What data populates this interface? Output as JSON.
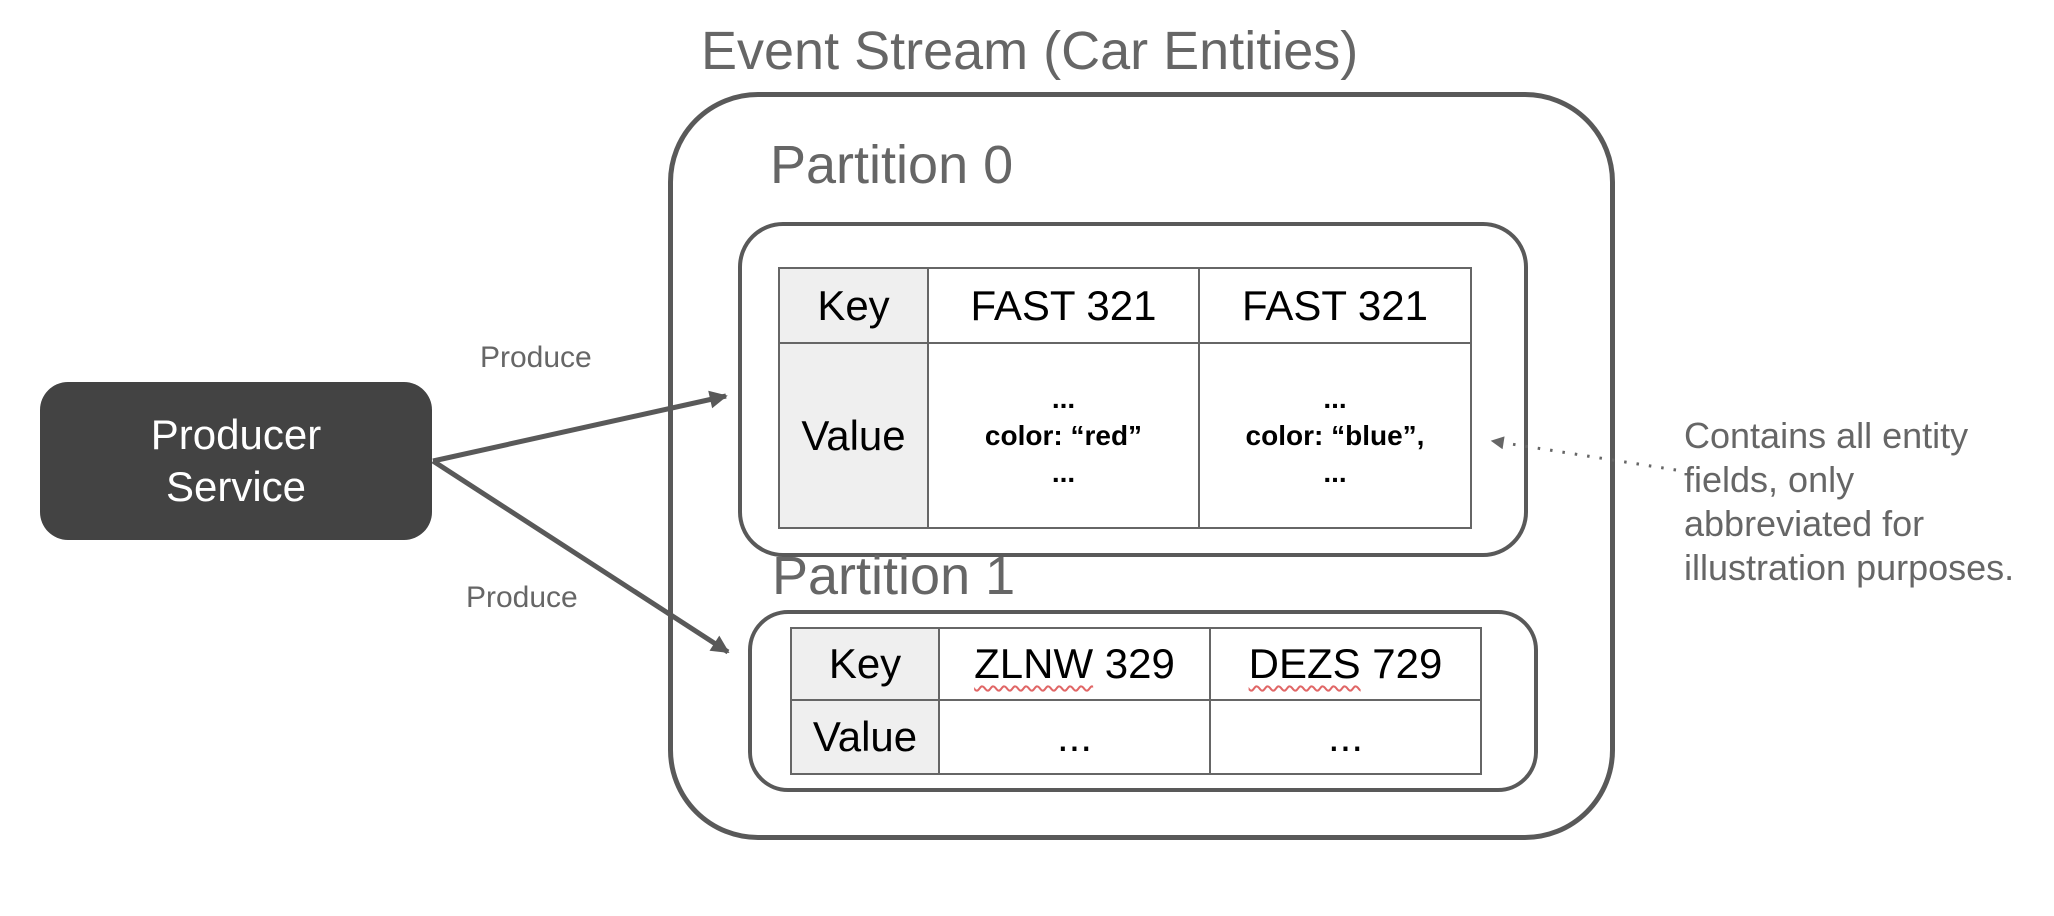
{
  "title": "Event Stream (Car Entities)",
  "producer": {
    "line1": "Producer",
    "line2": "Service"
  },
  "produce_labels": {
    "top": "Produce",
    "bottom": "Produce"
  },
  "partition0": {
    "label": "Partition 0",
    "table": {
      "row_headers": {
        "key": "Key",
        "value": "Value"
      },
      "keys": [
        "FAST 321",
        "FAST 321"
      ],
      "values": [
        {
          "top": "...",
          "mid": "color: “red”",
          "bottom": "..."
        },
        {
          "top": "...",
          "mid": "color: “blue”,",
          "bottom": "..."
        }
      ]
    }
  },
  "partition1": {
    "label": "Partition 1",
    "table": {
      "row_headers": {
        "key": "Key",
        "value": "Value"
      },
      "keys": [
        {
          "word": "ZLNW",
          "rest": " 329"
        },
        {
          "word": "DEZS",
          "rest": " 729"
        }
      ],
      "values": [
        "...",
        "..."
      ]
    }
  },
  "annotation": {
    "lines": [
      "Contains all entity",
      "fields, only",
      "abbreviated for",
      "illustration purposes."
    ]
  },
  "icons": {
    "produce_arrow_top": "solid-arrowhead-right",
    "produce_arrow_bottom": "solid-arrowhead-right",
    "annotation_arrow": "dotted-arrowhead-left"
  },
  "colors": {
    "outline_gray": "#595959",
    "label_gray": "#666666",
    "table_border": "#666666",
    "header_cell_bg": "#efefef",
    "producer_fill": "#434343",
    "producer_text": "#ffffff",
    "cell_text": "#000000",
    "spellcheck_red": "#e06666",
    "background": "#ffffff"
  }
}
